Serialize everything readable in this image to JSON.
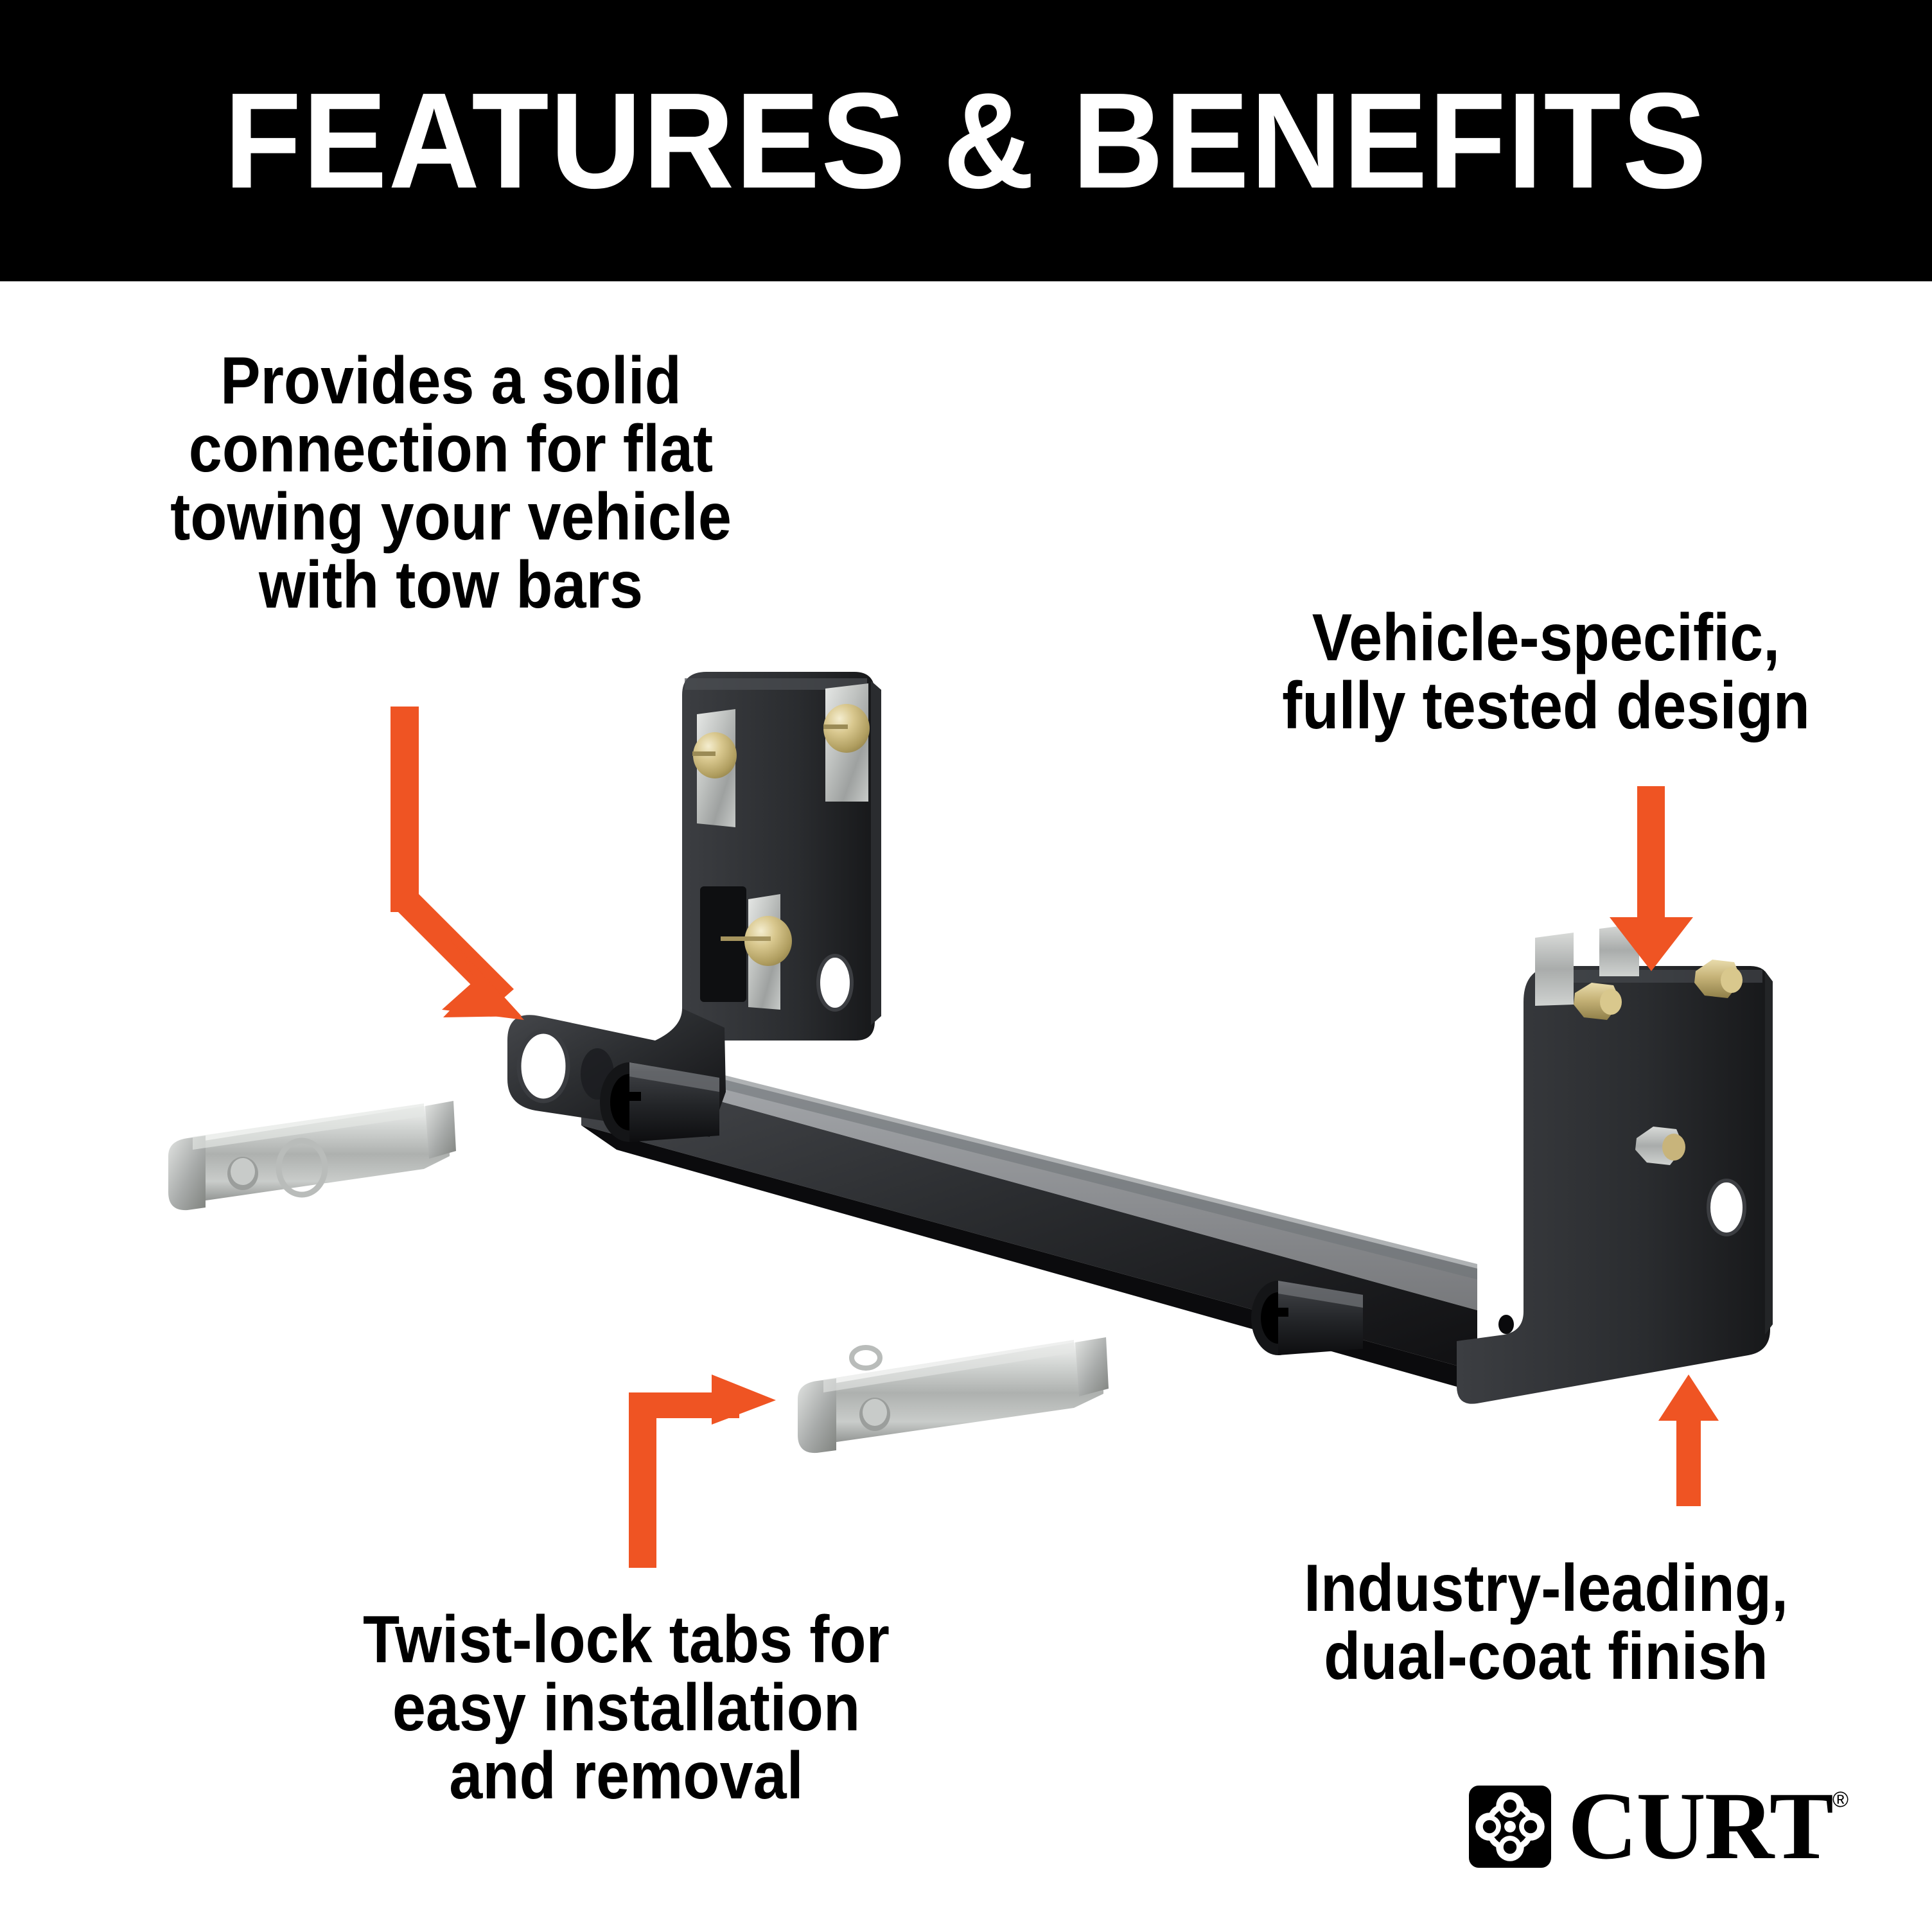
{
  "header": {
    "title": "FEATURES & BENEFITS",
    "background_color": "#000000",
    "text_color": "#FFFFFF"
  },
  "theme": {
    "accent_orange": "#EF5423",
    "page_background": "#FFFFFF",
    "text_color": "#000000",
    "product_black": "#1B1B1D",
    "product_steel": "#B6B8B5",
    "product_brass": "#C9B477"
  },
  "callouts": [
    {
      "id": "tow-bars",
      "text": "Provides a solid\nconnection for flat\ntowing your vehicle\nwith tow bars",
      "arrow": "elbow-down-right"
    },
    {
      "id": "vehicle-specific",
      "text": "Vehicle-specific,\nfully tested design",
      "arrow": "down"
    },
    {
      "id": "twist-lock",
      "text": "Twist-lock tabs for\neasy installation\nand removal",
      "arrow": "elbow-up-right"
    },
    {
      "id": "dual-coat",
      "text": "Industry-leading,\ndual-coat finish",
      "arrow": "up"
    }
  ],
  "product": {
    "name": "vehicle baseplate bracket",
    "parts": [
      "left mounting bracket plate",
      "right mounting bracket plate",
      "center cross tube",
      "twist-lock tab pin (left)",
      "twist-lock tab pin (right)",
      "brass hex bolts",
      "steel backing plates"
    ]
  },
  "logo": {
    "wordmark": "CURT",
    "registered_mark": "®",
    "mark_name": "curt-quatrefoil-logo"
  }
}
